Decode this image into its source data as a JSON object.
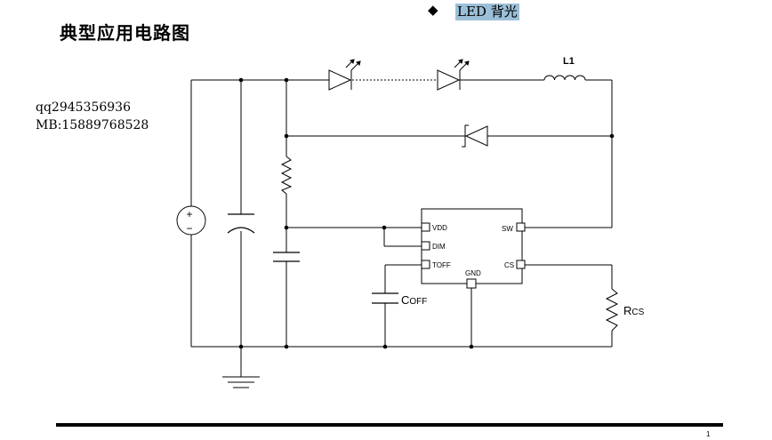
{
  "header": {
    "bullet": "◆",
    "topic": "LED 背光",
    "title": "典型应用电路图"
  },
  "contact": {
    "qq": "qq2945356936",
    "mb": "MB:15889768528"
  },
  "schematic": {
    "inductor_label": "L1",
    "pin_vdd": "VDD",
    "pin_dim": "DIM",
    "pin_toff": "TOFF",
    "pin_gnd": "GND",
    "pin_sw": "SW",
    "pin_cs": "CS",
    "coff_main": "C",
    "coff_sub": "OFF",
    "rcs_main": "R",
    "rcs_sub": "CS",
    "source_plus": "+",
    "source_minus": "−"
  },
  "footer": {
    "page_number": "1"
  }
}
